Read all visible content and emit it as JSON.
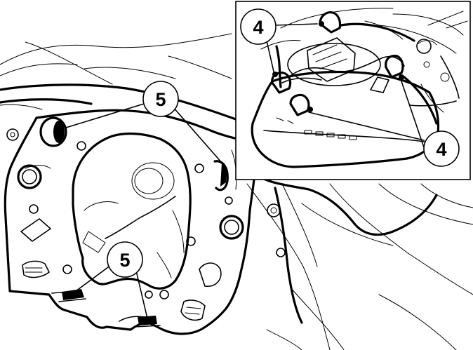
{
  "callouts": {
    "c1": "5",
    "c2": "5",
    "c3": "4",
    "c4": "4"
  }
}
